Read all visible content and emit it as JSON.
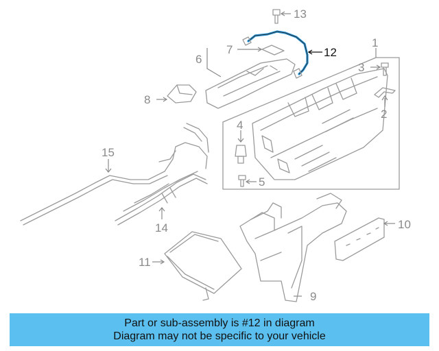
{
  "callouts": [
    {
      "id": "1",
      "label": "1"
    },
    {
      "id": "2",
      "label": "2"
    },
    {
      "id": "3",
      "label": "3"
    },
    {
      "id": "4",
      "label": "4"
    },
    {
      "id": "5",
      "label": "5"
    },
    {
      "id": "6",
      "label": "6"
    },
    {
      "id": "7",
      "label": "7"
    },
    {
      "id": "8",
      "label": "8"
    },
    {
      "id": "9",
      "label": "9"
    },
    {
      "id": "10",
      "label": "10"
    },
    {
      "id": "11",
      "label": "11"
    },
    {
      "id": "12",
      "label": "12"
    },
    {
      "id": "13",
      "label": "13"
    },
    {
      "id": "14",
      "label": "14"
    },
    {
      "id": "15",
      "label": "15"
    }
  ],
  "highlight": {
    "part": "12",
    "color": "#1e90d6"
  },
  "banner": {
    "line1": "Part or sub-assembly is #12 in diagram",
    "line2": "Diagram may not be specific to your vehicle",
    "background": "#5bc0f0"
  }
}
